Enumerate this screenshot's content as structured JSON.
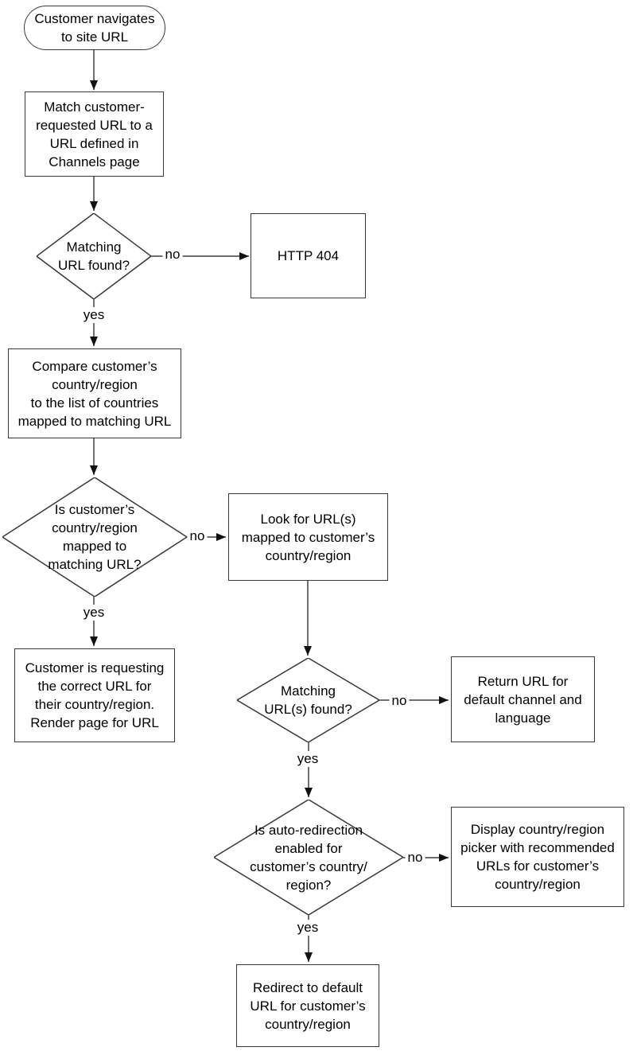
{
  "diagram": {
    "type": "flowchart",
    "background": "#ffffff",
    "line_color": "#3f3f3f",
    "border_color": "#383838",
    "text_color": "#000000",
    "arrowhead_color": "#111111"
  },
  "nodes": {
    "start": {
      "type": "terminator",
      "label": "Customer navigates\nto site URL"
    },
    "match_url": {
      "type": "process",
      "label": "Match customer-\nrequested URL to a\nURL defined in\nChannels page"
    },
    "matching_url_found": {
      "type": "decision",
      "label": "Matching\nURL found?"
    },
    "http_404": {
      "type": "process",
      "label": "HTTP 404"
    },
    "compare_country": {
      "type": "process",
      "label": "Compare customer’s\ncountry/region\nto the list of countries\nmapped to matching URL"
    },
    "country_mapped": {
      "type": "decision",
      "label": "Is customer’s\ncountry/region\nmapped to\nmatching URL?"
    },
    "look_for_urls": {
      "type": "process",
      "label": "Look for URL(s)\nmapped to customer’s\ncountry/region"
    },
    "correct_url": {
      "type": "process",
      "label": "Customer is requesting\nthe correct URL for\ntheir country/region.\nRender page for URL"
    },
    "matching_urls_found": {
      "type": "decision",
      "label": "Matching\nURL(s) found?"
    },
    "return_default": {
      "type": "process",
      "label": "Return URL for\ndefault channel and\nlanguage"
    },
    "auto_redirect": {
      "type": "decision",
      "label": "Is auto-redirection\nenabled for\ncustomer’s country/\nregion?"
    },
    "display_picker": {
      "type": "process",
      "label": "Display country/region\npicker with recommended\nURLs for customer’s\ncountry/region"
    },
    "redirect_default": {
      "type": "process",
      "label": "Redirect to default\nURL for customer’s\ncountry/region"
    }
  },
  "edges": {
    "start_to_match": {
      "from": "start",
      "to": "match_url",
      "label": ""
    },
    "match_to_found": {
      "from": "match_url",
      "to": "matching_url_found",
      "label": ""
    },
    "found_no": {
      "from": "matching_url_found",
      "to": "http_404",
      "label": "no"
    },
    "found_yes": {
      "from": "matching_url_found",
      "to": "compare_country",
      "label": "yes"
    },
    "compare_to_mapped": {
      "from": "compare_country",
      "to": "country_mapped",
      "label": ""
    },
    "mapped_no": {
      "from": "country_mapped",
      "to": "look_for_urls",
      "label": "no"
    },
    "mapped_yes": {
      "from": "country_mapped",
      "to": "correct_url",
      "label": "yes"
    },
    "look_to_urls_found": {
      "from": "look_for_urls",
      "to": "matching_urls_found",
      "label": ""
    },
    "urls_found_no": {
      "from": "matching_urls_found",
      "to": "return_default",
      "label": "no"
    },
    "urls_found_yes": {
      "from": "matching_urls_found",
      "to": "auto_redirect",
      "label": "yes"
    },
    "auto_no": {
      "from": "auto_redirect",
      "to": "display_picker",
      "label": "no"
    },
    "auto_yes": {
      "from": "auto_redirect",
      "to": "redirect_default",
      "label": "yes"
    }
  }
}
